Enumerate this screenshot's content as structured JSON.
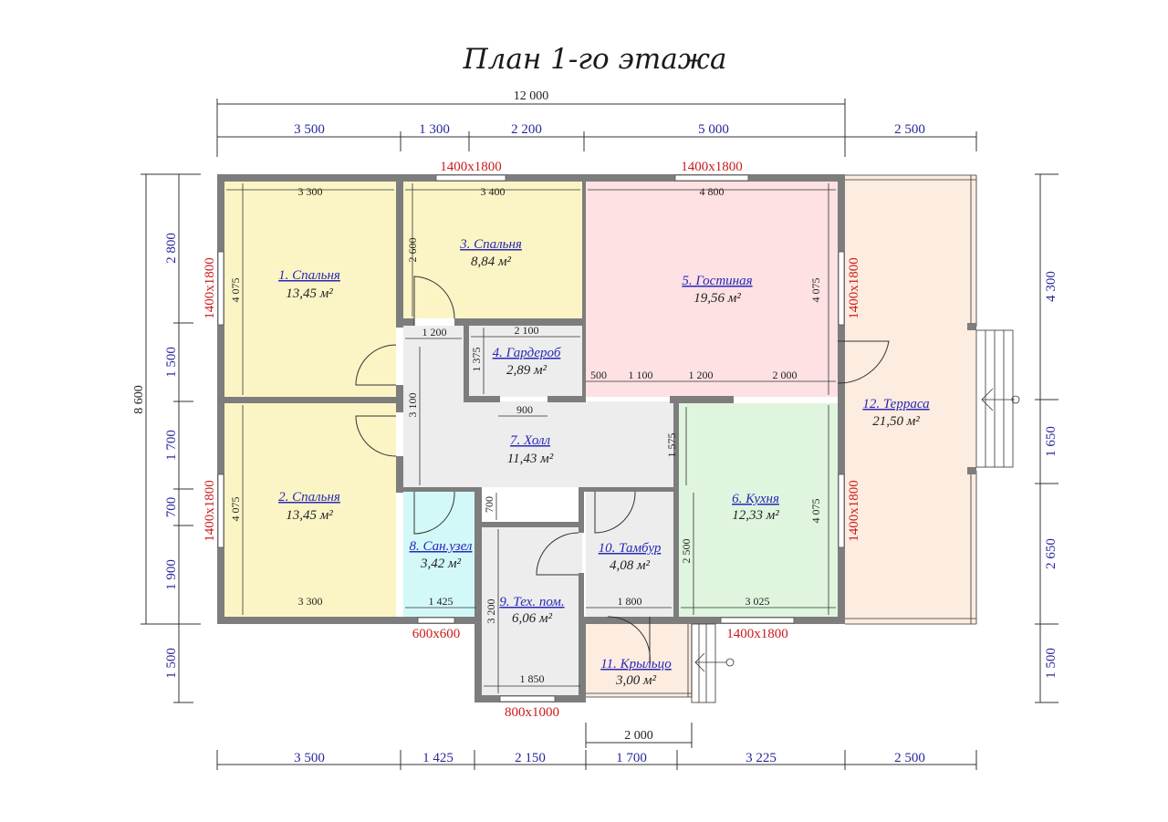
{
  "title": "План 1-го этажа",
  "rooms": [
    {
      "name": "1. Спальня",
      "area": "13,45 м²",
      "color": "#fbf5c5"
    },
    {
      "name": "2. Спальня",
      "area": "13,45 м²",
      "color": "#fbf5c5"
    },
    {
      "name": "3. Спальня",
      "area": "8,84 м²",
      "color": "#fbf5c5"
    },
    {
      "name": "4. Гардероб",
      "area": "2,89 м²",
      "color": "#ededed"
    },
    {
      "name": "5. Гостиная",
      "area": "19,56 м²",
      "color": "#fde1e3"
    },
    {
      "name": "6. Кухня",
      "area": "12,33 м²",
      "color": "#dff5de"
    },
    {
      "name": "7. Холл",
      "area": "11,43 м²",
      "color": "#ededed"
    },
    {
      "name": "8. Сан.узел",
      "area": "3,42 м²",
      "color": "#d3f8f8"
    },
    {
      "name": "9. Тех. пом.",
      "area": "6,06 м²",
      "color": "#ededed"
    },
    {
      "name": "10. Тамбур",
      "area": "4,08 м²",
      "color": "#ededed"
    },
    {
      "name": "11. Крыльцо",
      "area": "3,00 м²",
      "color": "#fdece0"
    },
    {
      "name": "12. Терраса",
      "area": "21,50 м²",
      "color": "#fdece0"
    }
  ],
  "dims_top": {
    "total": "12 000",
    "a": "3 500",
    "b": "1 300",
    "c": "2 200",
    "d": "5 000",
    "e": "2 500"
  },
  "dims_bottom": {
    "a": "3 500",
    "b": "1 425",
    "c": "2 150",
    "d": "1 700",
    "e": "3 225",
    "f": "2 500",
    "porch": "2 000"
  },
  "dims_left": {
    "total": "8 600",
    "a": "2 800",
    "b": "1 500",
    "c": "1 700",
    "d": "700",
    "e": "1 900",
    "f": "1 500"
  },
  "dims_right": {
    "a": "4 300",
    "b": "1 650",
    "c": "2 650",
    "d": "1 500"
  },
  "windows": {
    "top1": "1400x1800",
    "top2": "1400x1800",
    "left1": "1400x1800",
    "left2": "1400x1800",
    "right1": "1400x1800",
    "right2": "1400x1800",
    "bottom_wc": "600x600",
    "bottom_tech": "800x1000",
    "bottom_kitchen": "1400x1800"
  },
  "inner_dims": {
    "r1_w": "3 300",
    "r1_h": "4 075",
    "r2_w": "3 300",
    "r2_h": "4 075",
    "r3_w": "3 400",
    "r3_h": "2 600",
    "r5_w": "4 800",
    "r5_h": "4 075",
    "hall_a": "1 200",
    "hall_h": "3 100",
    "ward_w": "2 100",
    "ward_h": "1 375",
    "p500": "500",
    "p1100": "1 100",
    "p1200": "1 200",
    "p2000": "2 000",
    "hall_900": "900",
    "hall_1575": "1 575",
    "hall_700": "700",
    "wc_w": "1 425",
    "tech_w": "1 850",
    "tech_h": "3 200",
    "tam_w": "1 800",
    "kit_h": "2 500",
    "kit_w": "3 025",
    "kit_h2": "4 075"
  }
}
